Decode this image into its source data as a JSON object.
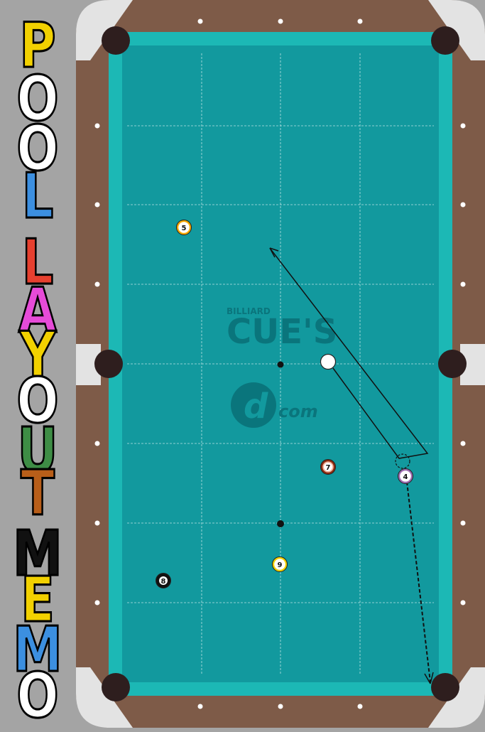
{
  "title": {
    "letters": [
      {
        "char": "P",
        "color": "#f2d100"
      },
      {
        "char": "O",
        "color": "#ffffff"
      },
      {
        "char": "O",
        "color": "#ffffff"
      },
      {
        "char": "L",
        "color": "#3c8fe0"
      },
      {
        "char": "L",
        "color": "#e6402f"
      },
      {
        "char": "A",
        "color": "#e64bd8"
      },
      {
        "char": "Y",
        "color": "#f2d100"
      },
      {
        "char": "O",
        "color": "#ffffff"
      },
      {
        "char": "U",
        "color": "#3e8d45"
      },
      {
        "char": "T",
        "color": "#b85e19"
      },
      {
        "char": "M",
        "color": "#111111"
      },
      {
        "char": "E",
        "color": "#f2d100"
      },
      {
        "char": "M",
        "color": "#3c8fe0"
      },
      {
        "char": "O",
        "color": "#ffffff"
      }
    ]
  },
  "watermark": {
    "small": "BILLIARD",
    "big": "CUE'S",
    "logo_text": "com",
    "logo_mark": "d"
  },
  "colors": {
    "felt": "#12999e",
    "cushion": "#1cb8b5",
    "rail_wood": "#7e5b48",
    "pocket_plate": "#e3e3e3",
    "pocket": "#2e1e1e",
    "grid_line": "#d6eeee",
    "cue_ball": "#ffffff"
  },
  "balls": [
    {
      "id": "ball-5",
      "label": "5",
      "fill": "#ffffff",
      "stripe": "#f5a800"
    },
    {
      "id": "ball-7",
      "label": "7",
      "fill": "#f0b09a",
      "stripe": "#8a2a10"
    },
    {
      "id": "ball-4",
      "label": "4",
      "fill": "#ffffff",
      "stripe": "#9c6cb0"
    },
    {
      "id": "ball-9",
      "label": "9",
      "fill": "#ffffff",
      "stripe": "#f2d100"
    },
    {
      "id": "ball-8",
      "label": "8",
      "fill": "#111111",
      "stripe": "#111111"
    }
  ],
  "icons": {
    "cue_ball": "cue-ball-icon",
    "shot_arrow": "arrow-icon",
    "pocket": "pocket-icon",
    "spot": "spot-icon"
  }
}
